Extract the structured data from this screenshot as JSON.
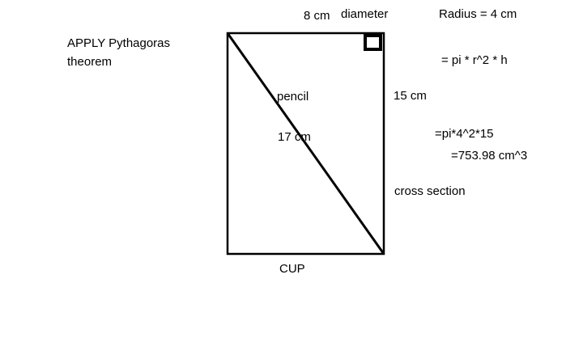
{
  "diagram": {
    "title_note_line1": "APPLY Pythagoras",
    "title_note_line2": "theorem",
    "top_width_label": "8 cm",
    "diameter_label": "diameter",
    "radius_label": "Radius = 4 cm",
    "pencil_label": "pencil",
    "diagonal_length_label": "17 cm",
    "height_label": "15 cm",
    "volume_formula": "= pi * r^2 * h",
    "volume_substitution": "=pi*4^2*15",
    "volume_result": "=753.98 cm^3",
    "cross_section_label": "cross section",
    "cup_label": "CUP",
    "stroke_color": "#000000",
    "background_color": "#ffffff"
  }
}
